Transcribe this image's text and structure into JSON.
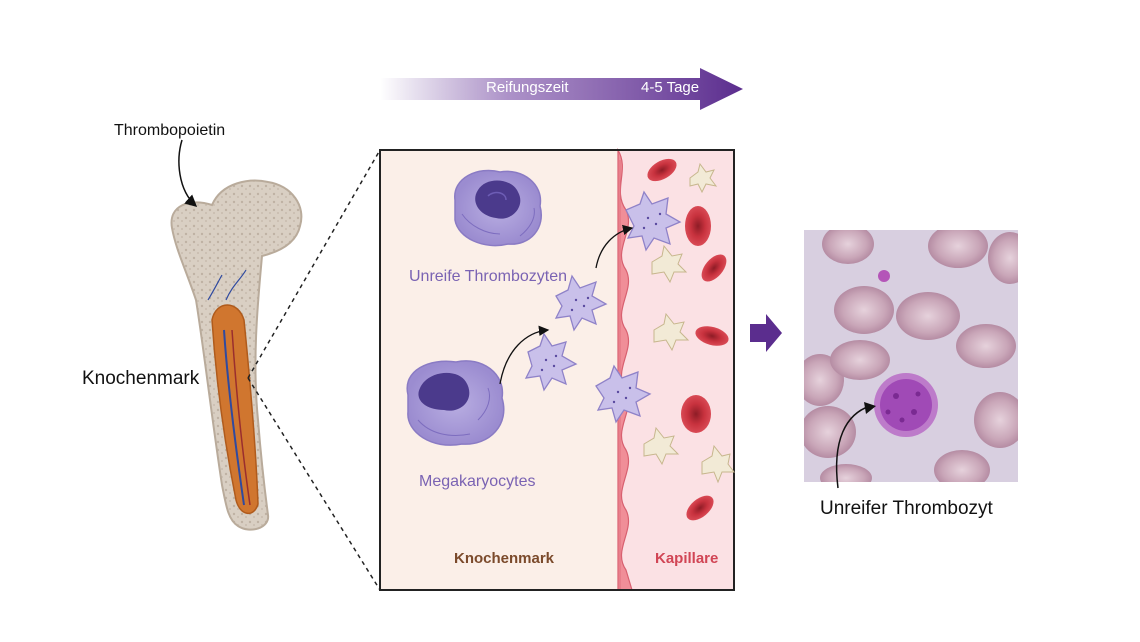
{
  "labels": {
    "thrombopoietin": "Thrombopoietin",
    "knochenmark_left": "Knochenmark",
    "maturation_time": "Reifungszeit",
    "maturation_days": "4-5 Tage",
    "immature_platelets": "Unreife Thrombozyten",
    "megakaryocytes": "Megakaryocytes",
    "panel_bone_marrow": "Knochenmark",
    "panel_capillary": "Kapillare",
    "immature_platelet_single": "Unreifer Thrombozyt"
  },
  "colors": {
    "arrow_purple": "#5b2d8e",
    "cell_purple": "#a99bd8",
    "rbc_red": "#c8323e",
    "marrow_label_brown": "#7b4a2b",
    "capillary_label_red": "#d14555",
    "bone_beige": "#d9cfc3",
    "marrow_bg": "#fbefe8",
    "capillary_bg": "#fbe1e4"
  },
  "icons": [
    "femur-bone",
    "megakaryocyte-cell",
    "immature-platelet",
    "red-blood-cell",
    "mature-platelet",
    "blood-smear-micrograph"
  ]
}
